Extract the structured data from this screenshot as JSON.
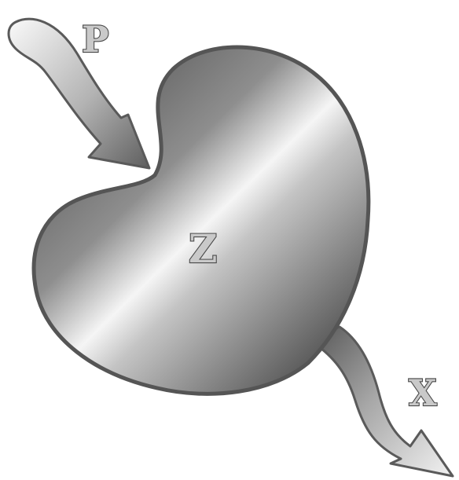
{
  "labels": {
    "input": "P",
    "body": "Z",
    "output": "X"
  }
}
